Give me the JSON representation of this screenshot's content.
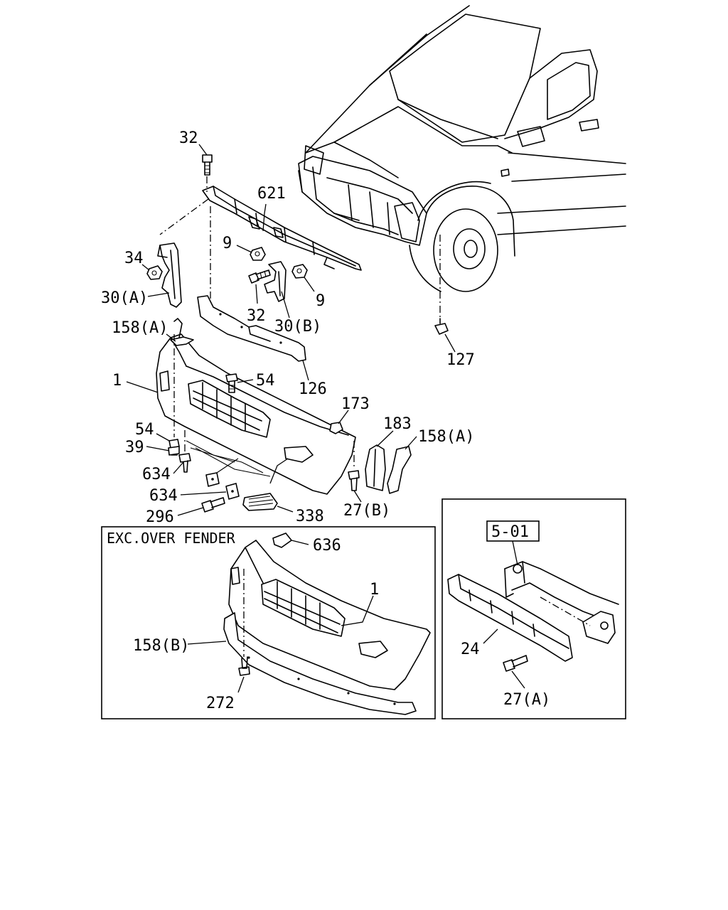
{
  "callouts": {
    "c32_top": "32",
    "c621": "621",
    "c9_left": "9",
    "c34": "34",
    "c30a": "30(A)",
    "c32_mid": "32",
    "c30b": "30(B)",
    "c9_right": "9",
    "c158a_left": "158(A)",
    "c127": "127",
    "c1_main": "1",
    "c54_top": "54",
    "c126": "126",
    "c173": "173",
    "c183": "183",
    "c158a_right": "158(A)",
    "c54_left": "54",
    "c39": "39",
    "c634_upper": "634",
    "c634_lower": "634",
    "c296": "296",
    "c338": "338",
    "c27b": "27(B)",
    "c636": "636",
    "c1_inset": "1",
    "c158b": "158(B)",
    "c272": "272",
    "c501": "5-01",
    "c24": "24",
    "c27a": "27(A)"
  },
  "inset_left": {
    "title": "EXC.OVER FENDER"
  }
}
